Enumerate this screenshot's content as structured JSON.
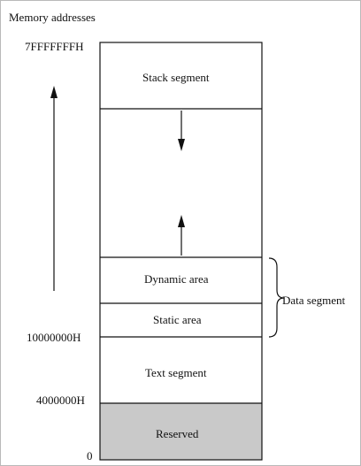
{
  "heading": "Memory addresses",
  "address_labels": {
    "top": "7FFFFFFFH",
    "data_start": "10000000H",
    "text_start": "4000000H",
    "zero": "0"
  },
  "segments": {
    "stack": "Stack segment",
    "dynamic": "Dynamic area",
    "static": "Static area",
    "text": "Text segment",
    "reserved": "Reserved"
  },
  "brace_label": "Data segment",
  "colors": {
    "line": "#111111",
    "reserved_fill": "#c9c9c9",
    "background": "#ffffff"
  }
}
